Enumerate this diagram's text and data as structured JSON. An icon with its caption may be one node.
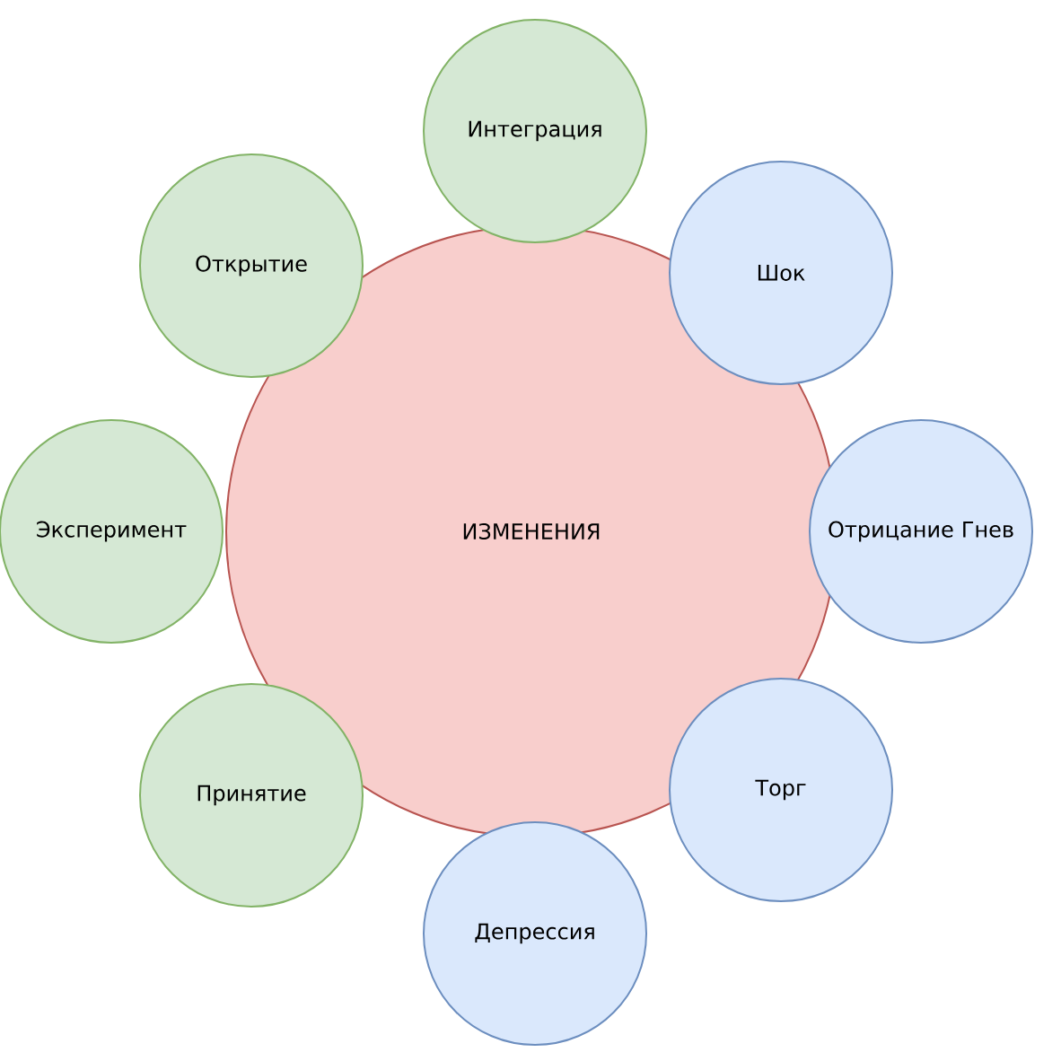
{
  "diagram": {
    "nodes": [
      {
        "text": [
          "ИЗМЕНЕНИЯ"
        ]
      },
      {
        "text": [
          "Интеграция"
        ]
      },
      {
        "text": [
          "Открытие"
        ]
      },
      {
        "text": [
          "Шок"
        ]
      },
      {
        "text": [
          "Эксперимент"
        ]
      },
      {
        "text": [
          "Отрицание Гнев"
        ]
      },
      {
        "text": [
          "Принятие"
        ]
      },
      {
        "text": [
          "Торг"
        ]
      },
      {
        "text": [
          "Депрессия"
        ]
      }
    ]
  }
}
